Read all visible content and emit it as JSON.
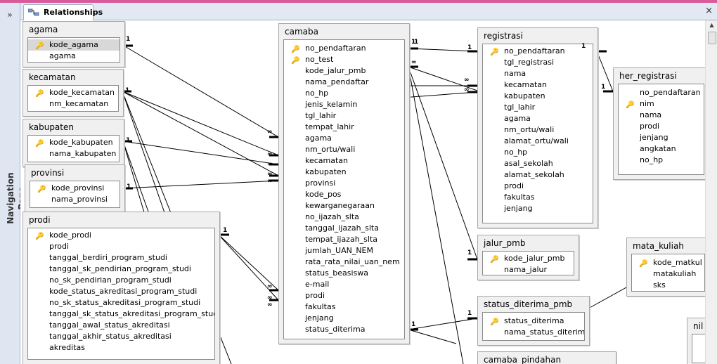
{
  "tab": {
    "title": "Relationships",
    "close": "×"
  },
  "nav": {
    "collapse": "»",
    "label": "Navigation Pane"
  },
  "tables": [
    {
      "name": "agama",
      "fields": [
        {
          "n": "kode_agama",
          "k": true,
          "sel": true
        },
        {
          "n": "agama"
        }
      ]
    },
    {
      "name": "kecamatan",
      "fields": [
        {
          "n": "kode_kecamatan",
          "k": true
        },
        {
          "n": "nm_kecamatan"
        }
      ]
    },
    {
      "name": "kabupaten",
      "fields": [
        {
          "n": "kode_kabupaten",
          "k": true
        },
        {
          "n": "nama_kabupaten"
        }
      ]
    },
    {
      "name": "provinsi",
      "fields": [
        {
          "n": "kode_provinsi",
          "k": true
        },
        {
          "n": "nama_provinsi"
        }
      ]
    },
    {
      "name": "prodi",
      "fields": [
        {
          "n": "kode_prodi",
          "k": true
        },
        {
          "n": "prodi"
        },
        {
          "n": "tanggal_berdiri_program_studi"
        },
        {
          "n": "tanggal_sk_pendirian_program_studi"
        },
        {
          "n": "no_sk_pendirian_program_studi"
        },
        {
          "n": "kode_status_akreditasi_program_studi"
        },
        {
          "n": "no_sk_status_akreditasi_program_studi"
        },
        {
          "n": "tanggal_sk_status_akreditasi_program_studi"
        },
        {
          "n": "tanggal_awal_status_akreditasi"
        },
        {
          "n": "tanggal_akhir_status_akreditasi"
        },
        {
          "n": "akreditas"
        }
      ]
    },
    {
      "name": "camaba",
      "fields": [
        {
          "n": "no_pendaftaran",
          "k": true
        },
        {
          "n": "no_test",
          "k": true
        },
        {
          "n": "kode_jalur_pmb"
        },
        {
          "n": "nama_pendaftar"
        },
        {
          "n": "no_hp"
        },
        {
          "n": "jenis_kelamin"
        },
        {
          "n": "tgl_lahir"
        },
        {
          "n": "tempat_lahir"
        },
        {
          "n": "agama"
        },
        {
          "n": "nm_ortu/wali"
        },
        {
          "n": "kecamatan"
        },
        {
          "n": "kabupaten"
        },
        {
          "n": "provinsi"
        },
        {
          "n": "kode_pos"
        },
        {
          "n": "kewarganegaraan"
        },
        {
          "n": "no_ijazah_slta"
        },
        {
          "n": "tanggal_ijazah_slta"
        },
        {
          "n": "tempat_ijazah_slta"
        },
        {
          "n": "jumlah_UAN_NEM"
        },
        {
          "n": "rata_rata_nilai_uan_nem"
        },
        {
          "n": "status_beasiswa"
        },
        {
          "n": "e-mail"
        },
        {
          "n": "prodi"
        },
        {
          "n": "fakultas"
        },
        {
          "n": "jenjang"
        },
        {
          "n": "status_diterima"
        }
      ]
    },
    {
      "name": "registrasi",
      "fields": [
        {
          "n": "no_pendaftaran",
          "k": true
        },
        {
          "n": "tgl_registrasi"
        },
        {
          "n": "nama"
        },
        {
          "n": "kecamatan"
        },
        {
          "n": "kabupaten"
        },
        {
          "n": "tgl_lahir"
        },
        {
          "n": "agama"
        },
        {
          "n": "nm_ortu/wali"
        },
        {
          "n": "alamat_ortu/wali"
        },
        {
          "n": "no_hp"
        },
        {
          "n": "asal_sekolah"
        },
        {
          "n": "alamat_sekolah"
        },
        {
          "n": "prodi"
        },
        {
          "n": "fakultas"
        },
        {
          "n": "jenjang"
        }
      ]
    },
    {
      "name": "her_registrasi",
      "fields": [
        {
          "n": "no_pendaftaran"
        },
        {
          "n": "nim",
          "k": true
        },
        {
          "n": "nama"
        },
        {
          "n": "prodi"
        },
        {
          "n": "jenjang"
        },
        {
          "n": "angkatan"
        },
        {
          "n": "no_hp"
        }
      ]
    },
    {
      "name": "jalur_pmb",
      "fields": [
        {
          "n": "kode_jalur_pmb",
          "k": true
        },
        {
          "n": "nama_jalur"
        }
      ]
    },
    {
      "name": "mata_kuliah",
      "fields": [
        {
          "n": "kode_matkul",
          "k": true
        },
        {
          "n": "matakuliah"
        },
        {
          "n": "sks"
        }
      ]
    },
    {
      "name": "status_diterima_pmb",
      "fields": [
        {
          "n": "status_diterima",
          "k": true
        },
        {
          "n": "nama_status_diterima"
        }
      ]
    },
    {
      "name": "camaba_pindahan",
      "fields": []
    },
    {
      "name": "nil",
      "fields": []
    }
  ],
  "markers": {
    "one": "1",
    "many": "∞"
  }
}
